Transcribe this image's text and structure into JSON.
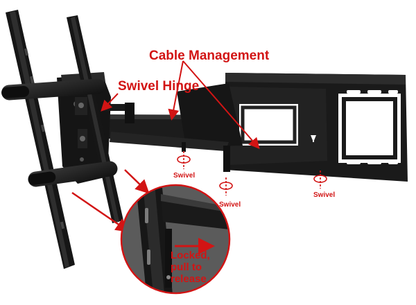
{
  "labels": {
    "cable_management": "Cable Management",
    "swivel_hinge": "Swivel Hinge",
    "swivel_1": "Swivel",
    "swivel_2": "Swivel",
    "swivel_3": "Swivel",
    "locked_line1": "Locked,",
    "locked_line2": "pull to",
    "locked_line3": "release"
  },
  "colors": {
    "annotation": "#d21414",
    "metal": "#1b1b1b",
    "background": "#ffffff"
  },
  "icons": {
    "swivel": "rotation-arrow-icon",
    "pointer": "arrow-icon"
  }
}
